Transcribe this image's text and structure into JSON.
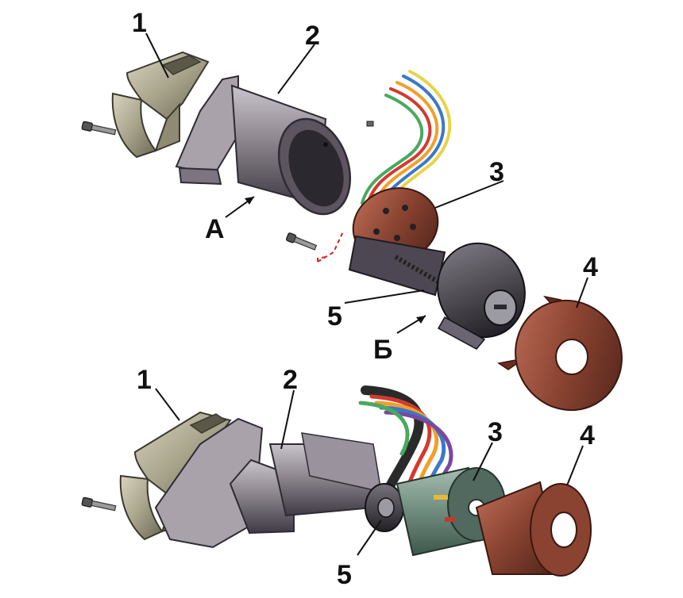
{
  "colors": {
    "bracket": "#b2ad97",
    "housing": "#8e8790",
    "housing_dark": "#4e4852",
    "switch_disc": "#8a4331",
    "cover": "#9b4a36",
    "lock": "#3a3840",
    "stator": "#6f8b7e"
  },
  "wire_colors": [
    "#d23a30",
    "#f0a02a",
    "#3b78c8",
    "#e7d34a",
    "#7a48a0",
    "#4aa860"
  ],
  "icons": {
    "screw": "screw-icon",
    "arrow": "leader-arrow-icon"
  },
  "labels": {
    "top": {
      "bracket": "1",
      "housing": "2",
      "contact": "3",
      "cover": "4",
      "lock": "5",
      "point_a": "А",
      "point_b": "Б"
    },
    "bottom": {
      "bracket": "1",
      "housing": "2",
      "contact": "3",
      "cover": "4",
      "lock": "5"
    }
  }
}
